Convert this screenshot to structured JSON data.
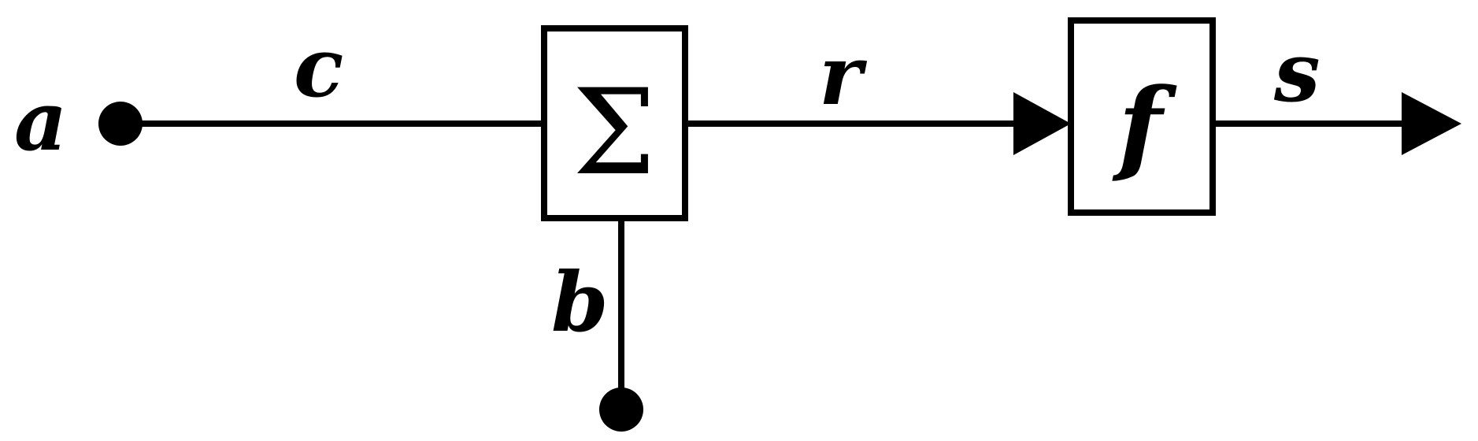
{
  "diagram": {
    "labels": {
      "a": "a",
      "b": "b",
      "c": "c",
      "r": "r",
      "s": "s"
    },
    "blocks": {
      "sum_symbol": "Σ",
      "function_symbol": "f"
    }
  }
}
